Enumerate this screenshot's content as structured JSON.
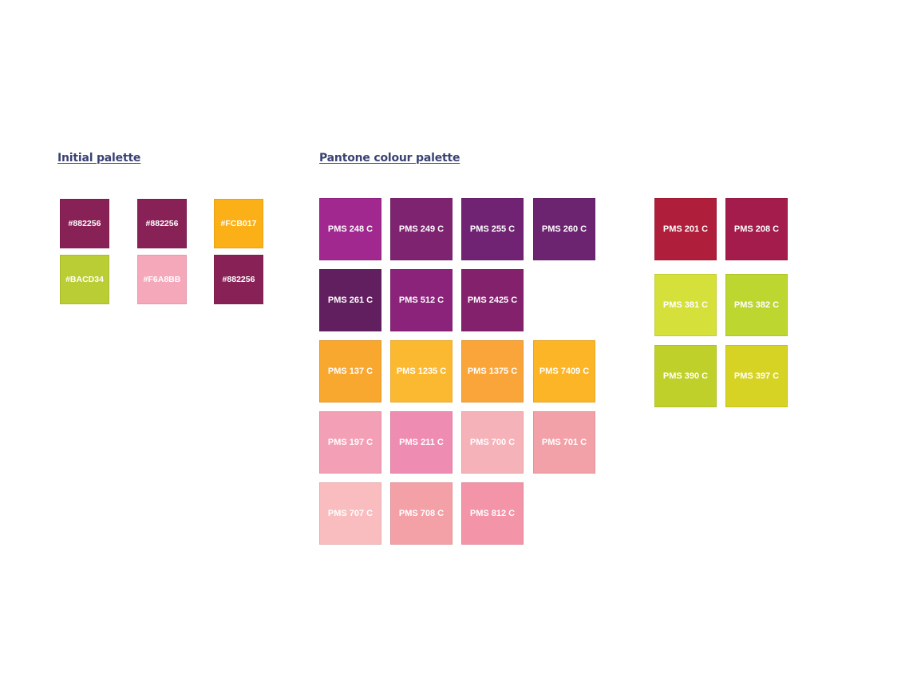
{
  "initial": {
    "title": "Initial palette",
    "swatches": [
      {
        "label": "#882256",
        "color": "#882256"
      },
      {
        "label": "#882256",
        "color": "#882256"
      },
      {
        "label": "#FCB017",
        "color": "#FCB017"
      },
      {
        "label": "#BACD34",
        "color": "#BACD34"
      },
      {
        "label": "#F6A8BB",
        "color": "#F6A8BB"
      },
      {
        "label": "#882256",
        "color": "#882256"
      }
    ]
  },
  "pantone": {
    "title": "Pantone colour palette",
    "swatches": [
      {
        "label": "PMS 248 C",
        "color": "#A0288E"
      },
      {
        "label": "PMS 249 C",
        "color": "#7E2370"
      },
      {
        "label": "PMS 255 C",
        "color": "#702372"
      },
      {
        "label": "PMS 260 C",
        "color": "#6C2470"
      },
      {
        "label": "PMS 261 C",
        "color": "#621F5F"
      },
      {
        "label": "PMS 512 C",
        "color": "#8A2379"
      },
      {
        "label": "PMS 2425 C",
        "color": "#84216C"
      },
      {
        "label": "PMS 137 C",
        "color": "#F8A72F"
      },
      {
        "label": "PMS 1235 C",
        "color": "#FBB931"
      },
      {
        "label": "PMS 1375 C",
        "color": "#F9A53A"
      },
      {
        "label": "PMS 7409 C",
        "color": "#FBB527"
      },
      {
        "label": "PMS 197 C",
        "color": "#F3A0B7"
      },
      {
        "label": "PMS 211 C",
        "color": "#EF8CB1"
      },
      {
        "label": "PMS 700 C",
        "color": "#F5B2B9"
      },
      {
        "label": "PMS 701 C",
        "color": "#F3A1A8"
      },
      {
        "label": "PMS 707 C",
        "color": "#F9BDBF"
      },
      {
        "label": "PMS 708 C",
        "color": "#F3A0A7"
      },
      {
        "label": "PMS 812 C",
        "color": "#F394A9"
      },
      {
        "label": "PMS 201 C",
        "color": "#AF1E3A"
      },
      {
        "label": "PMS 208 C",
        "color": "#A31C4B"
      },
      {
        "label": "PMS 381 C",
        "color": "#D5E03A"
      },
      {
        "label": "PMS 382 C",
        "color": "#BED630"
      },
      {
        "label": "PMS 390 C",
        "color": "#C0D02B"
      },
      {
        "label": "PMS 397 C",
        "color": "#D6D325"
      }
    ]
  }
}
